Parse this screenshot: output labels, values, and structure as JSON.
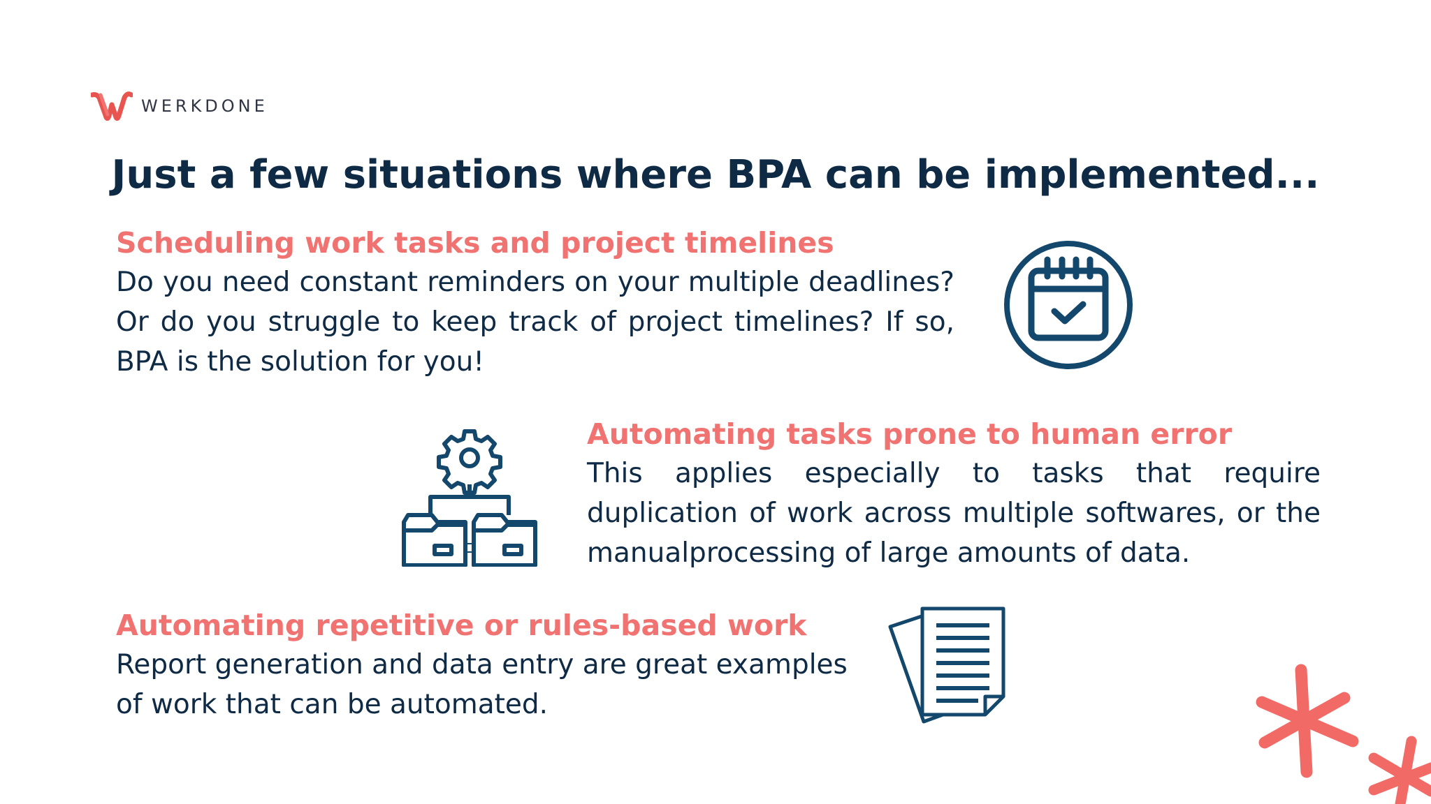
{
  "brand": {
    "name": "WERKDONE",
    "accent": "#f07271",
    "dark": "#0f2a44"
  },
  "title": "Just a few situations where BPA can be implemented...",
  "sections": [
    {
      "heading": "Scheduling work tasks and project timelines",
      "body": "Do you need constant reminders on your multiple deadlines? Or do you struggle to keep track of project timelines? If so, BPA is the solution for you!",
      "icon": "calendar-check-icon"
    },
    {
      "heading": "Automating tasks prone to human error",
      "body": "This applies especially to tasks that require duplication of work across multiple softwares, or the manualprocessing of large amounts of data.",
      "icon": "gear-folders-icon"
    },
    {
      "heading": "Automating repetitive or rules-based work",
      "body": "Report generation and data entry are great examples of work that can be automated.",
      "icon": "documents-icon"
    }
  ]
}
